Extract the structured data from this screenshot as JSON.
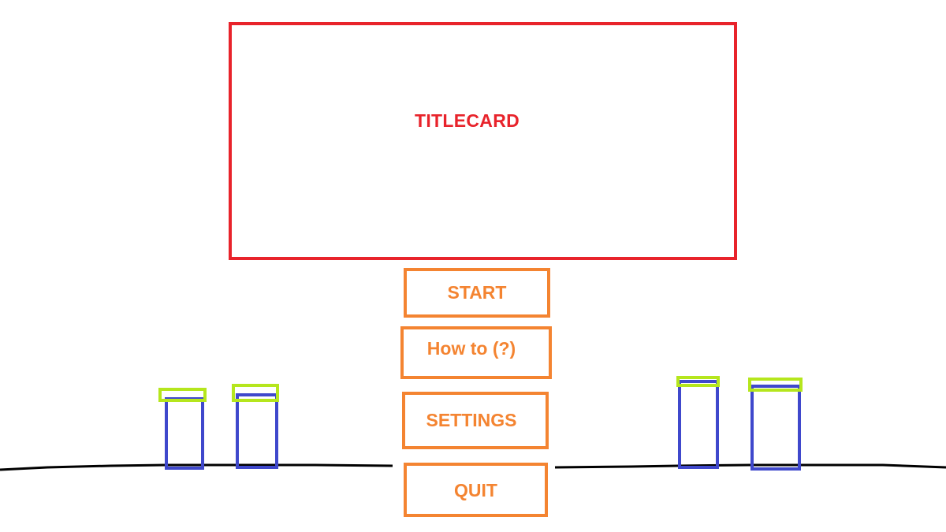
{
  "title_card": {
    "label": "TITLECARD"
  },
  "menu": {
    "start_label": "START",
    "howto_label": "How to (?)",
    "settings_label": "SETTINGS",
    "quit_label": "QUIT"
  },
  "colors": {
    "title": "#e8232b",
    "menu": "#f48431",
    "pillar": "#3f48cc",
    "pillar_cap": "#b5e61d",
    "ground": "#000000"
  }
}
